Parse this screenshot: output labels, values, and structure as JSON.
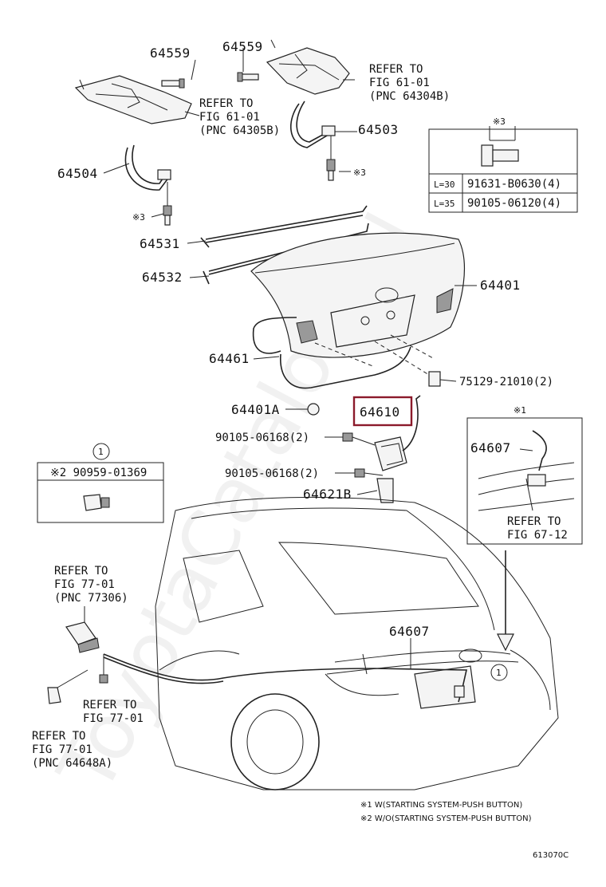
{
  "watermark": "ToyotaCatalog.ru",
  "labels": {
    "p64559a": "64559",
    "p64559b": "64559",
    "p64503": "64503",
    "p64504": "64504",
    "p64531": "64531",
    "p64532": "64532",
    "p64401": "64401",
    "p64461": "64461",
    "p75129": "75129-21010(2)",
    "p64401a": "64401A",
    "p64610": "64610",
    "p90105a": "90105-06168(2)",
    "p90105b": "90105-06168(2)",
    "p64621b": "64621B",
    "p64607a": "64607",
    "p64607b": "64607",
    "note3a": "※3",
    "note3b": "※3",
    "note1top": "※1"
  },
  "refers": {
    "r1": [
      "REFER TO",
      "FIG 61-01",
      "(PNC 64304B)"
    ],
    "r2": [
      "REFER TO",
      "FIG 61-01",
      "(PNC 64305B)"
    ],
    "r3": [
      "REFER TO",
      "FIG 67-12"
    ],
    "r4": [
      "REFER TO",
      "FIG 77-01",
      "(PNC 77306)"
    ],
    "r5": [
      "REFER TO",
      "FIG 77-01"
    ],
    "r6": [
      "REFER TO",
      "FIG 77-01",
      "(PNC 64648A)"
    ]
  },
  "bolt_table": {
    "header": "※3",
    "rows": [
      {
        "len": "L=30",
        "part": "91631-B0630(4)"
      },
      {
        "len": "L=35",
        "part": "90105-06120(4)"
      }
    ]
  },
  "inset1": {
    "circle": "1",
    "row": "※2 90959-01369"
  },
  "car_callout": "1",
  "footnotes": [
    "※1 W(STARTING SYSTEM-PUSH BUTTON)",
    "※2 W/O(STARTING SYSTEM-PUSH BUTTON)"
  ],
  "figure_code": "613070C",
  "highlight_color": "#8b1a2b"
}
